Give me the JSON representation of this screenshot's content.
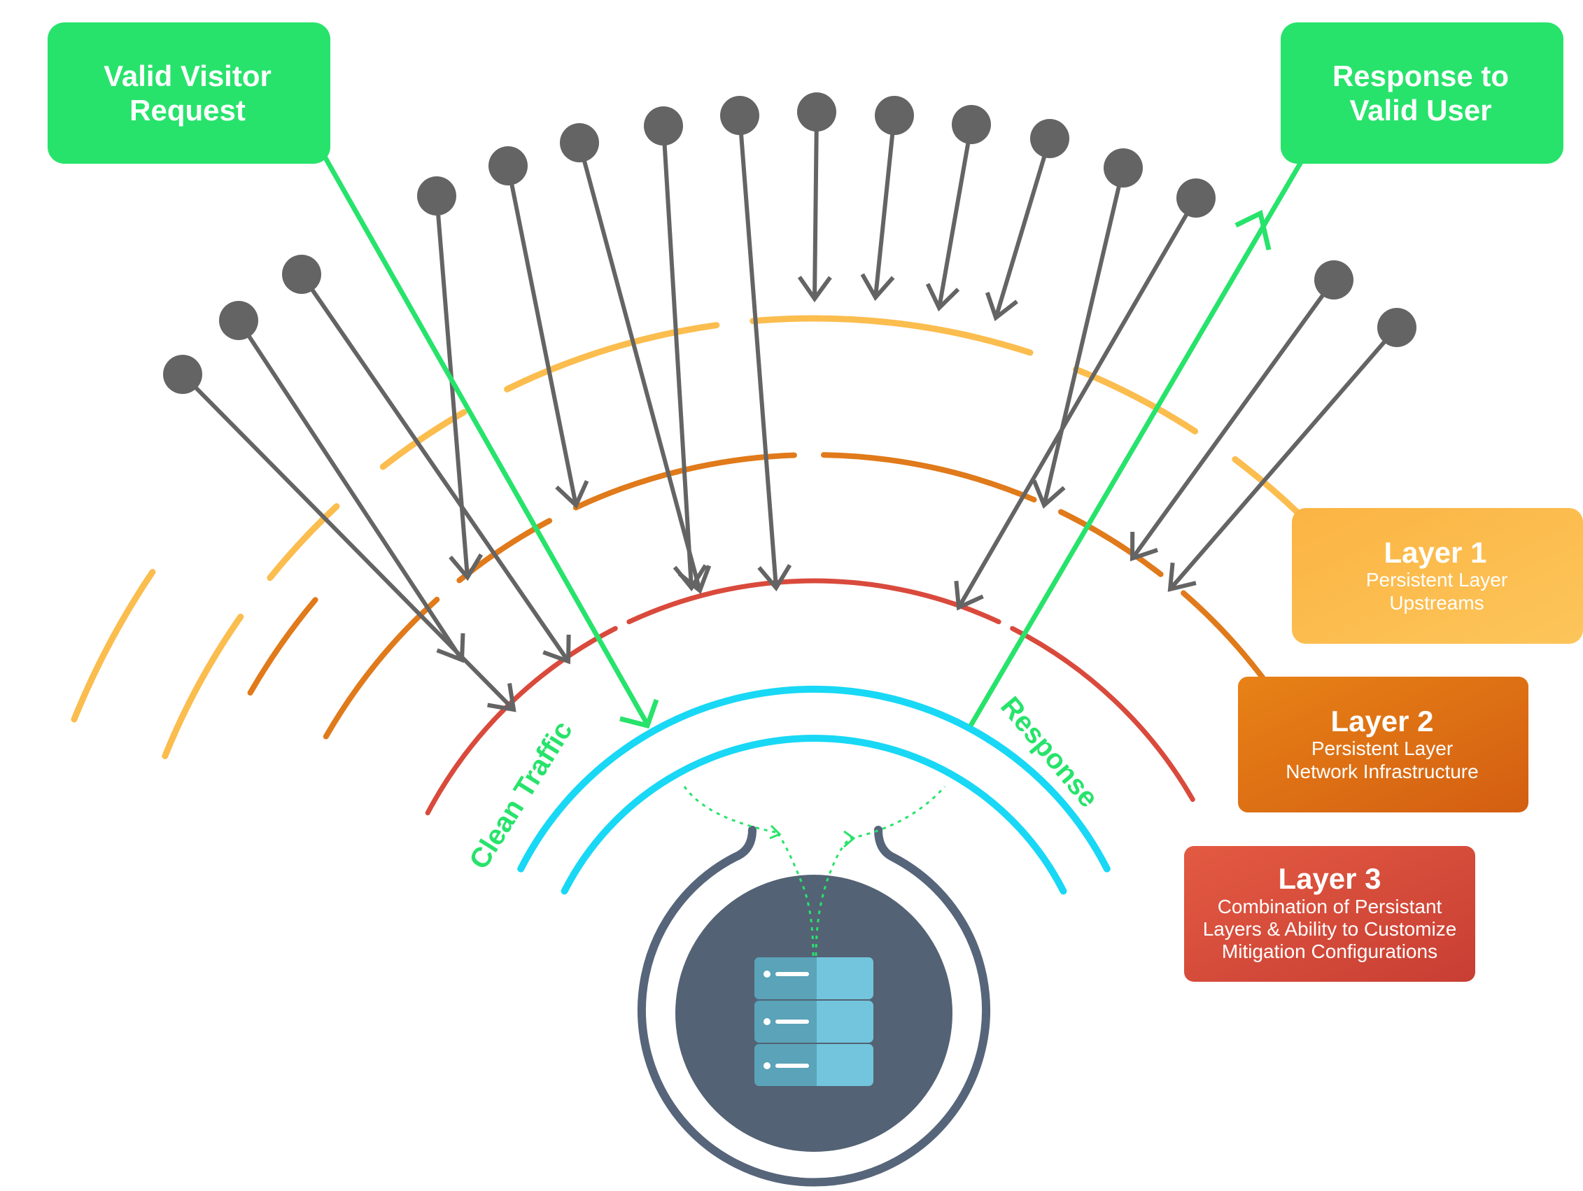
{
  "labels": {
    "request": {
      "line1": "Valid Visitor",
      "line2": "Request"
    },
    "response_user": {
      "line1": "Response to",
      "line2": "Valid User"
    },
    "clean_traffic": "Clean Traffic",
    "response": "Response"
  },
  "layers": [
    {
      "title": "Layer 1",
      "lines": [
        "Persistent Layer",
        "Upstreams"
      ]
    },
    {
      "title": "Layer 2",
      "lines": [
        "Persistent Layer",
        "Network Infrastructure"
      ]
    },
    {
      "title": "Layer 3",
      "lines": [
        "Combination of Persistant",
        "Layers & Ability to Customize",
        "Mitigation Configurations"
      ]
    }
  ],
  "icons": {
    "server": "server-icon",
    "attack": "attack-source-icon"
  },
  "colors": {
    "green": "#27e36b",
    "layer1": "#fbbd4e",
    "layer2": "#e07a1a",
    "layer3": "#d94a3c",
    "shield": "#18d8f5",
    "attack": "#646464",
    "server_ring": "#56657a"
  }
}
